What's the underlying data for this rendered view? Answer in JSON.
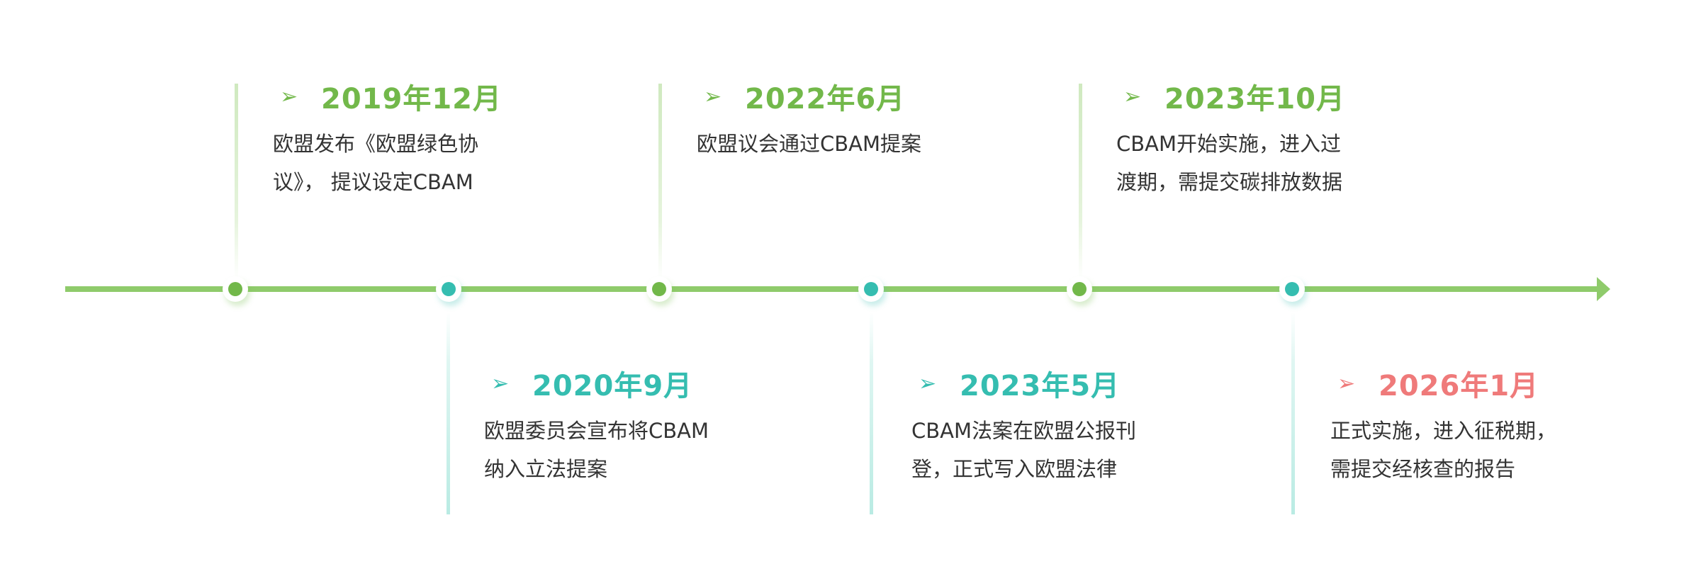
{
  "colors": {
    "axis": "#8fcb6b",
    "green": "#72b84a",
    "teal": "#35bdb0",
    "red": "#ef7a7a",
    "text": "#333333"
  },
  "icons": {
    "event_marker": "arrowhead-icon (➢)"
  },
  "events": [
    {
      "date": "2019年12月",
      "desc_lines": [
        "欧盟发布《欧盟绿色协",
        "议》， 提议设定CBAM"
      ],
      "color": "green",
      "position": "top",
      "icon": "➢"
    },
    {
      "date": "2020年9月",
      "desc_lines": [
        "欧盟委员会宣布将CBAM",
        "纳入立法提案"
      ],
      "color": "teal",
      "position": "bottom",
      "icon": "➢"
    },
    {
      "date": "2022年6月",
      "desc_lines": [
        "欧盟议会通过CBAM提案"
      ],
      "color": "green",
      "position": "top",
      "icon": "➢"
    },
    {
      "date": "2023年5月",
      "desc_lines": [
        "CBAM法案在欧盟公报刊",
        "登，正式写入欧盟法律"
      ],
      "color": "teal",
      "position": "bottom",
      "icon": "➢"
    },
    {
      "date": "2023年10月",
      "desc_lines": [
        "CBAM开始实施，进入过",
        "渡期，需提交碳排放数据"
      ],
      "color": "green",
      "position": "top",
      "icon": "➢"
    },
    {
      "date": "2026年1月",
      "desc_lines": [
        "正式实施，进入征税期，",
        "需提交经核查的报告"
      ],
      "color": "red",
      "position": "bottom",
      "icon": "➢"
    }
  ]
}
